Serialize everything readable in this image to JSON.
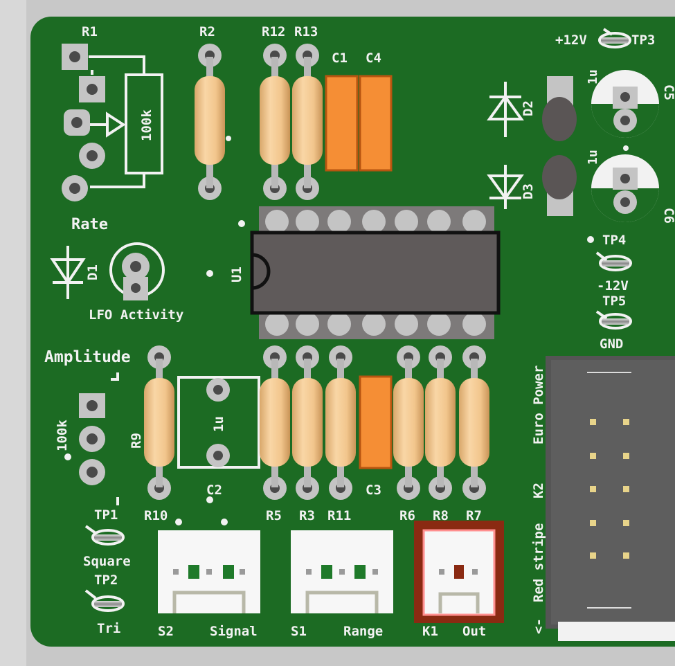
{
  "board": {
    "colors": {
      "background": "#d8d8d8",
      "board": "#1c6b23",
      "board_edge": "#12501a",
      "silkscreen": "#f2f2f2",
      "pad": "#c4c4c4",
      "pad_hole": "#4a4a4a",
      "resistor_body": "#f2c68d",
      "capacitor_film": "#f58e35",
      "ic_body": "#5f5a5a",
      "header_body": "#555555",
      "connector_body": "#f7f7f7",
      "highlight": "#8a2a12"
    }
  },
  "labels": {
    "r1": "R1",
    "r1_value": "100k",
    "r2": "R2",
    "r12": "R12",
    "r13": "R13",
    "c1": "C1",
    "c4": "C4",
    "tp3_voltage": "+12V",
    "tp3": "TP3",
    "c5_value": "1u",
    "c5": "C5",
    "c6_value": "1u",
    "c6": "C6",
    "d2": "D2",
    "d3": "D3",
    "rate": "Rate",
    "d1": "D1",
    "u1": "U1",
    "lfo_activity": "LFO Activity",
    "tp4": "TP4",
    "tp4_voltage": "-12V",
    "tp5": "TP5",
    "gnd": "GND",
    "amplitude": "Amplitude",
    "pot2_value": "100k",
    "r9": "R9",
    "c2_value": "1u",
    "c2": "C2",
    "c3": "C3",
    "r10": "R10",
    "r5": "R5",
    "r3": "R3",
    "r11": "R11",
    "r6": "R6",
    "r8": "R8",
    "r7": "R7",
    "euro_power": "Euro Power",
    "k2": "K2",
    "red_stripe": "Red stripe",
    "arrow": "<-",
    "tp1": "TP1",
    "square": "Square",
    "tp2": "TP2",
    "tri": "Tri",
    "s2": "S2",
    "signal": "Signal",
    "s1": "S1",
    "range": "Range",
    "k1": "K1",
    "out": "Out"
  }
}
